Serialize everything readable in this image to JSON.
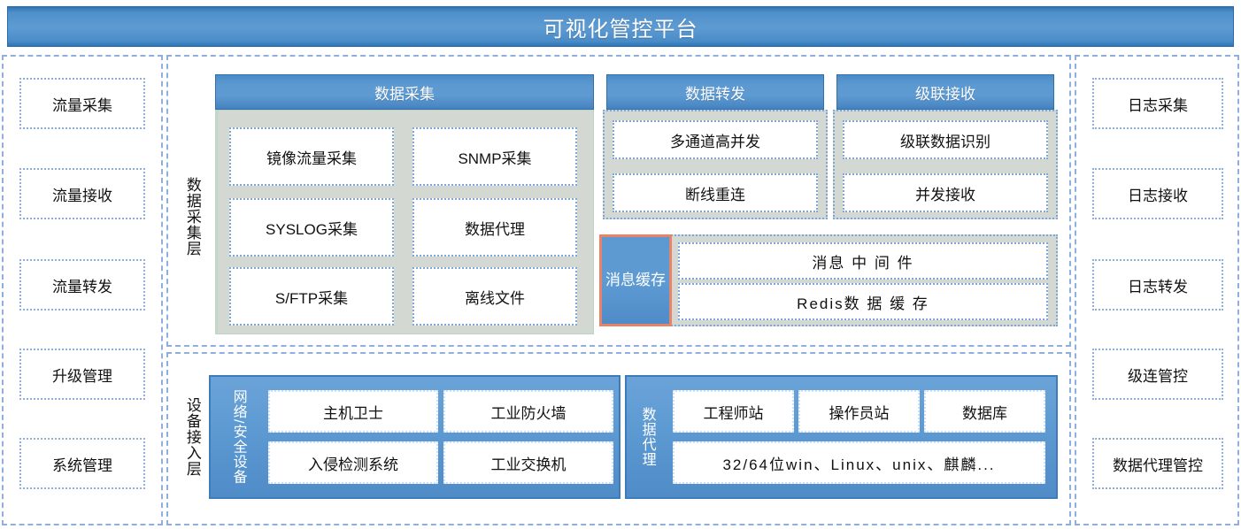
{
  "header": {
    "title": "可视化管控平台"
  },
  "left_sidebar": {
    "items": [
      {
        "label": "流量采集"
      },
      {
        "label": "流量接收"
      },
      {
        "label": "流量转发"
      },
      {
        "label": "升级管理"
      },
      {
        "label": "系统管理"
      }
    ]
  },
  "right_sidebar": {
    "items": [
      {
        "label": "日志采集"
      },
      {
        "label": "日志接收"
      },
      {
        "label": "日志转发"
      },
      {
        "label": "级连管控"
      },
      {
        "label": "数据代理管控"
      }
    ]
  },
  "layers": {
    "collection_layer_label": "数据采集层",
    "device_access_layer_label": "设备接入层"
  },
  "collection": {
    "header": "数据采集",
    "items": [
      {
        "label": "镜像流量采集"
      },
      {
        "label": "SNMP采集"
      },
      {
        "label": "SYSLOG采集"
      },
      {
        "label": "数据代理"
      },
      {
        "label": "S/FTP采集"
      },
      {
        "label": "离线文件"
      }
    ]
  },
  "forward": {
    "header": "数据转发",
    "items": [
      {
        "label": "多通道高并发"
      },
      {
        "label": "断线重连"
      }
    ]
  },
  "cascade": {
    "header": "级联接收",
    "items": [
      {
        "label": "级联数据识别"
      },
      {
        "label": "并发接收"
      }
    ]
  },
  "cache": {
    "label": "消息缓存",
    "items": [
      {
        "label": "消息 中 间 件"
      },
      {
        "label": "Redis数 据 缓 存"
      }
    ]
  },
  "network_security": {
    "label": "网络/安全设备",
    "items": [
      {
        "label": "主机卫士"
      },
      {
        "label": "工业防火墙"
      },
      {
        "label": "入侵检测系统"
      },
      {
        "label": "工业交换机"
      }
    ]
  },
  "data_agent": {
    "label": "数据代理",
    "items": [
      {
        "label": "工程师站"
      },
      {
        "label": "操作员站"
      },
      {
        "label": "数据库"
      }
    ],
    "platforms": "32/64位win、Linux、unix、麒麟..."
  },
  "colors": {
    "brand_blue": "#5e9bd3",
    "brand_blue_dark": "#2e75b6",
    "accent_orange": "#e8836a",
    "group_gray": "#d3d8d3",
    "dashed_border": "#8fb0de"
  }
}
